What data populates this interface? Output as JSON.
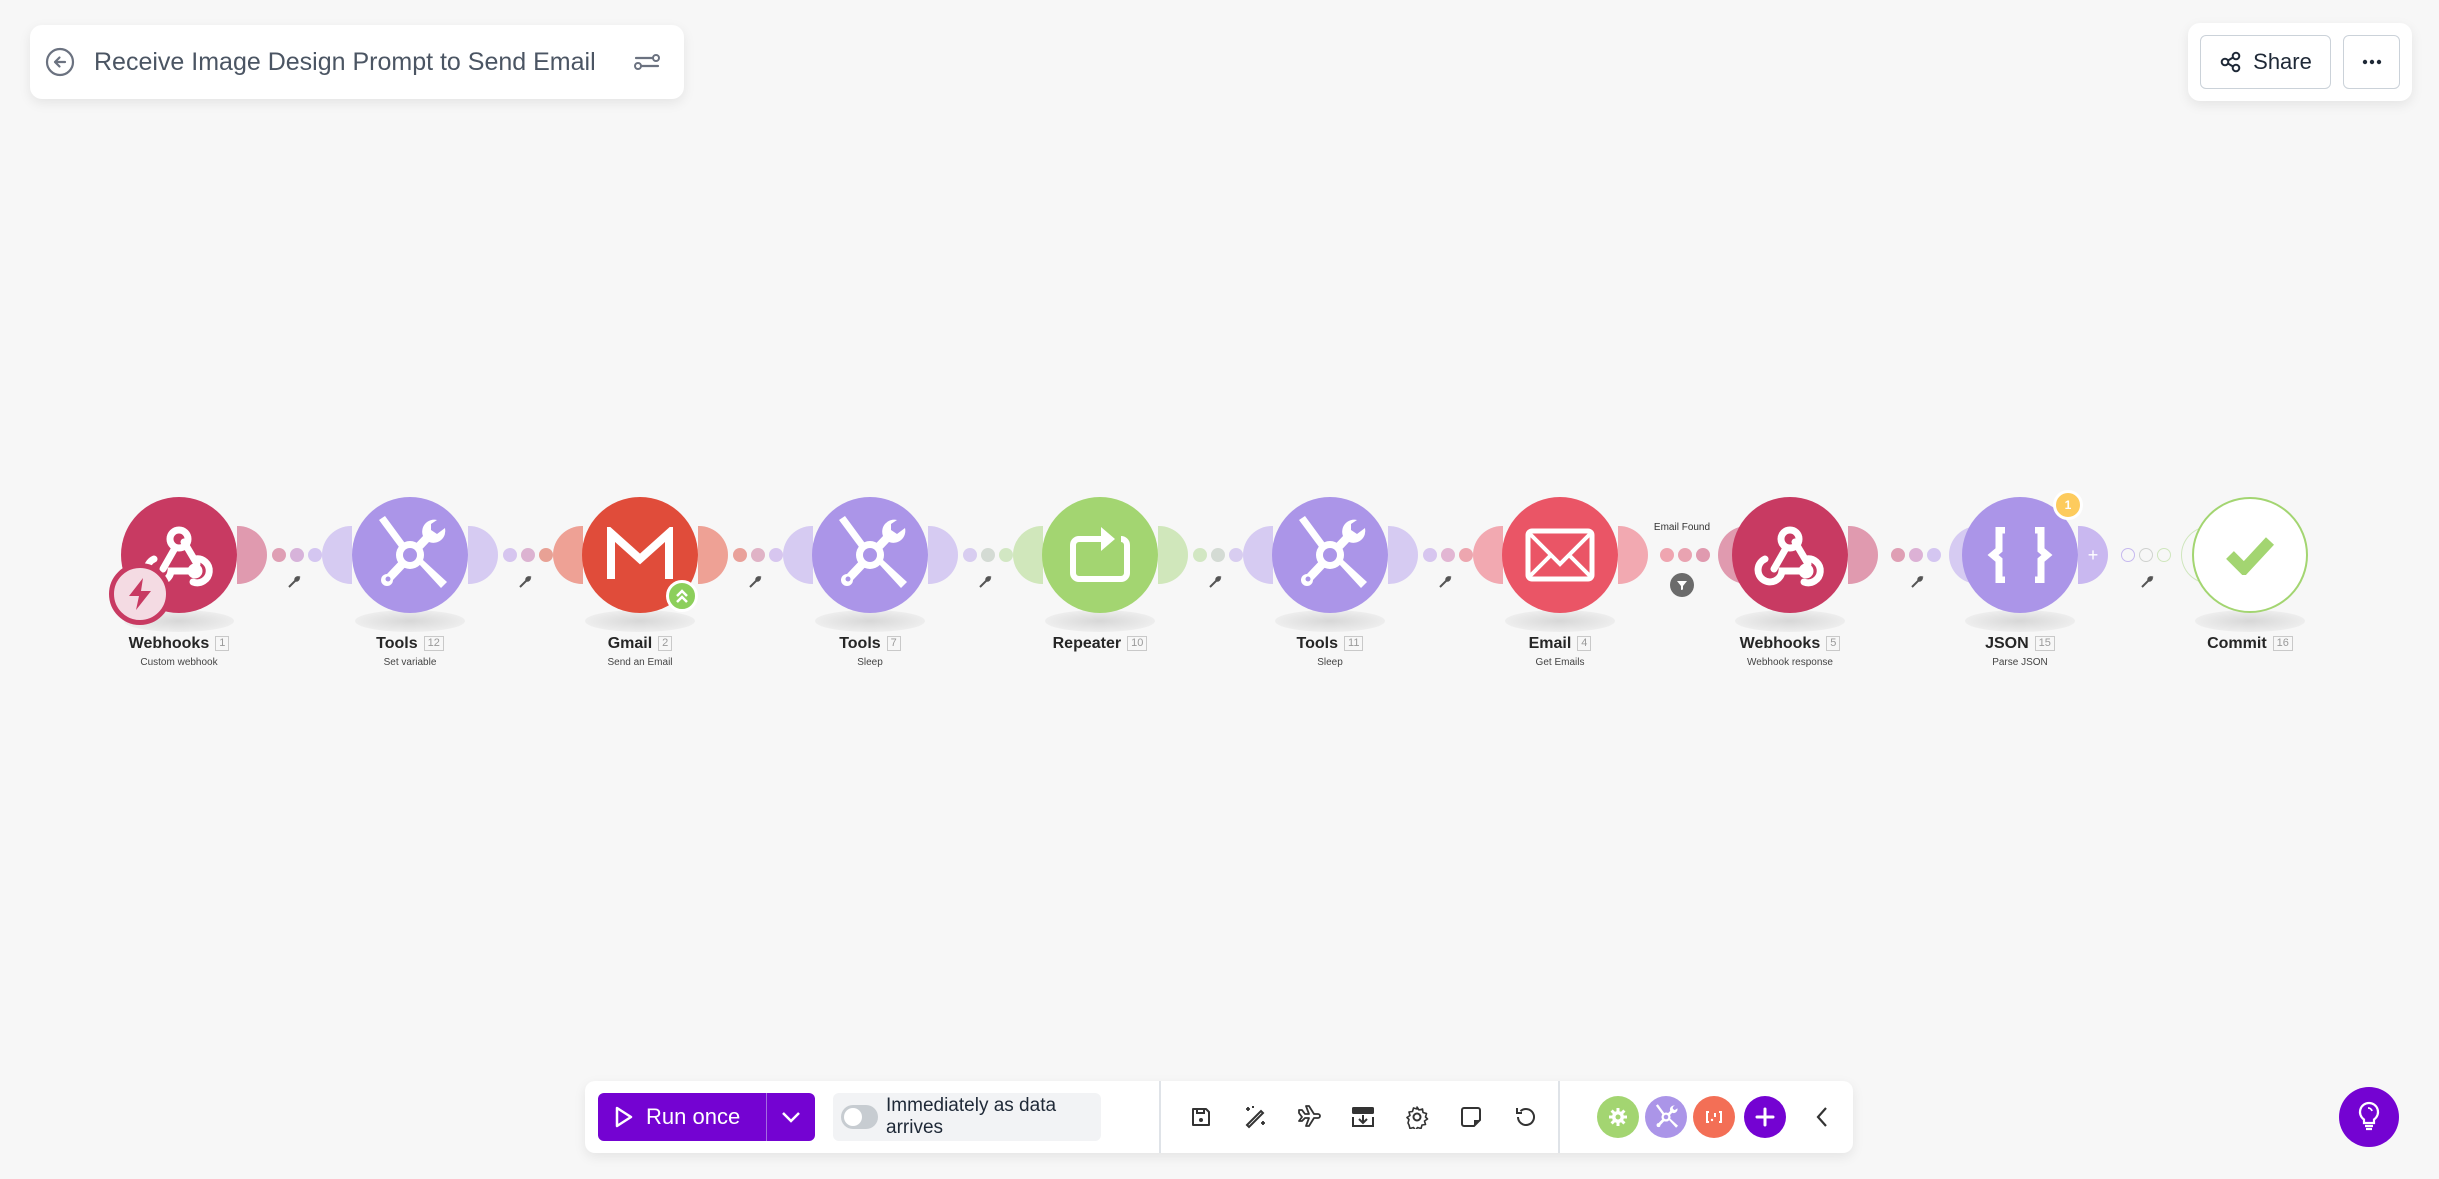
{
  "header": {
    "title": "Receive Image Design Prompt to Send Email",
    "share_label": "Share"
  },
  "colors": {
    "accent": "#7403d2",
    "webhooks": "#c83a62",
    "tools": "#ab95e8",
    "gmail": "#e04c3a",
    "repeater": "#a3d571",
    "email": "#ea5566",
    "json": "#ab95e8",
    "commit_border": "#a3d571",
    "badge_yellow": "#fdcb5d"
  },
  "modules": [
    {
      "name": "Webhooks",
      "id": "1",
      "action": "Custom webhook",
      "icon": "webhook-icon",
      "color": "#c83a62",
      "trigger": true
    },
    {
      "name": "Tools",
      "id": "12",
      "action": "Set variable",
      "icon": "tools-icon",
      "color": "#ab95e8"
    },
    {
      "name": "Gmail",
      "id": "2",
      "action": "Send an Email",
      "icon": "gmail-icon",
      "color": "#e04c3a",
      "badge": "upgrade"
    },
    {
      "name": "Tools",
      "id": "7",
      "action": "Sleep",
      "icon": "tools-icon",
      "color": "#ab95e8"
    },
    {
      "name": "Repeater",
      "id": "10",
      "action": "",
      "icon": "repeater-icon",
      "color": "#a3d571"
    },
    {
      "name": "Tools",
      "id": "11",
      "action": "Sleep",
      "icon": "tools-icon",
      "color": "#ab95e8"
    },
    {
      "name": "Email",
      "id": "4",
      "action": "Get Emails",
      "icon": "envelope-icon",
      "color": "#ea5566"
    },
    {
      "name": "Webhooks",
      "id": "5",
      "action": "Webhook response",
      "icon": "webhook-icon",
      "color": "#c83a62"
    },
    {
      "name": "JSON",
      "id": "15",
      "action": "Parse JSON",
      "icon": "json-braces-icon",
      "color": "#ab95e8",
      "count_badge": "1"
    },
    {
      "name": "Commit",
      "id": "16",
      "action": "",
      "icon": "checkmark-icon",
      "color": "#ffffff"
    }
  ],
  "filters": {
    "email_found": "Email Found"
  },
  "toolbar": {
    "run_once_label": "Run once",
    "schedule_label": "Immediately as data arrives",
    "schedule_enabled": false,
    "tools": [
      "save-icon",
      "magic-wand-icon",
      "airplane-icon",
      "export-flow-icon",
      "gear-icon",
      "note-icon",
      "undo-icon"
    ],
    "favorites": [
      {
        "name": "Flow control",
        "color": "#a3d571",
        "icon": "gear-icon"
      },
      {
        "name": "Tools",
        "color": "#ab95e8",
        "icon": "tools-icon"
      },
      {
        "name": "Text parser",
        "color": "#f36f56",
        "icon": "text-parser-icon"
      }
    ]
  }
}
